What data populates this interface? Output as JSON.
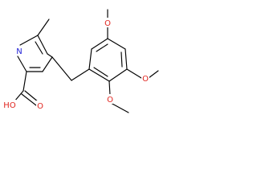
{
  "molecule": {
    "atoms": {
      "nitrogen": "N",
      "methoxy_oxygen_top": "O",
      "methoxy_oxygen_right": "O",
      "methoxy_oxygen_bottom": "O",
      "carbonyl_oxygen": "O",
      "hydroxyl": "HO"
    }
  },
  "colors": {
    "bond": "#000000",
    "nitrogen": "#1f1fd6",
    "oxygen": "#e0241e",
    "carbon_text": "#000000",
    "background": "#ffffff"
  }
}
